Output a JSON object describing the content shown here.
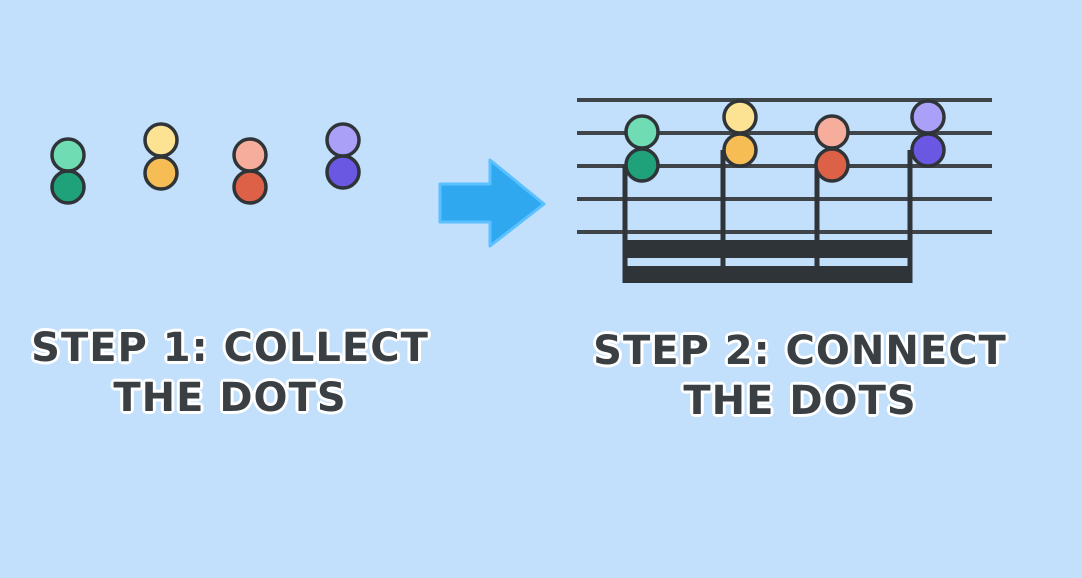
{
  "step1": {
    "line1": "STEP 1: COLLECT",
    "line2": "THE DOTS",
    "dot_pairs": [
      {
        "top_color": "#6fdcb3",
        "bottom_color": "#1fa27a"
      },
      {
        "top_color": "#fbe393",
        "bottom_color": "#f6bd55"
      },
      {
        "top_color": "#f6ad9b",
        "bottom_color": "#dc6147"
      },
      {
        "top_color": "#aaa0f8",
        "bottom_color": "#6a57e2"
      }
    ]
  },
  "arrow": {
    "color": "#2fa8f0",
    "icon": "right-arrow-icon"
  },
  "step2": {
    "line1": "STEP 2: CONNECT",
    "line2": "THE DOTS",
    "staff_line_count": 5,
    "notes": [
      {
        "top_color": "#6fdcb3",
        "bottom_color": "#1fa27a"
      },
      {
        "top_color": "#fbe393",
        "bottom_color": "#f6bd55"
      },
      {
        "top_color": "#f6ad9b",
        "bottom_color": "#dc6147"
      },
      {
        "top_color": "#aaa0f8",
        "bottom_color": "#6a57e2"
      }
    ],
    "beam_count": 2
  },
  "colors": {
    "background": "#c2e0fb",
    "outline": "#2f3438",
    "staff": "#3e4448"
  }
}
